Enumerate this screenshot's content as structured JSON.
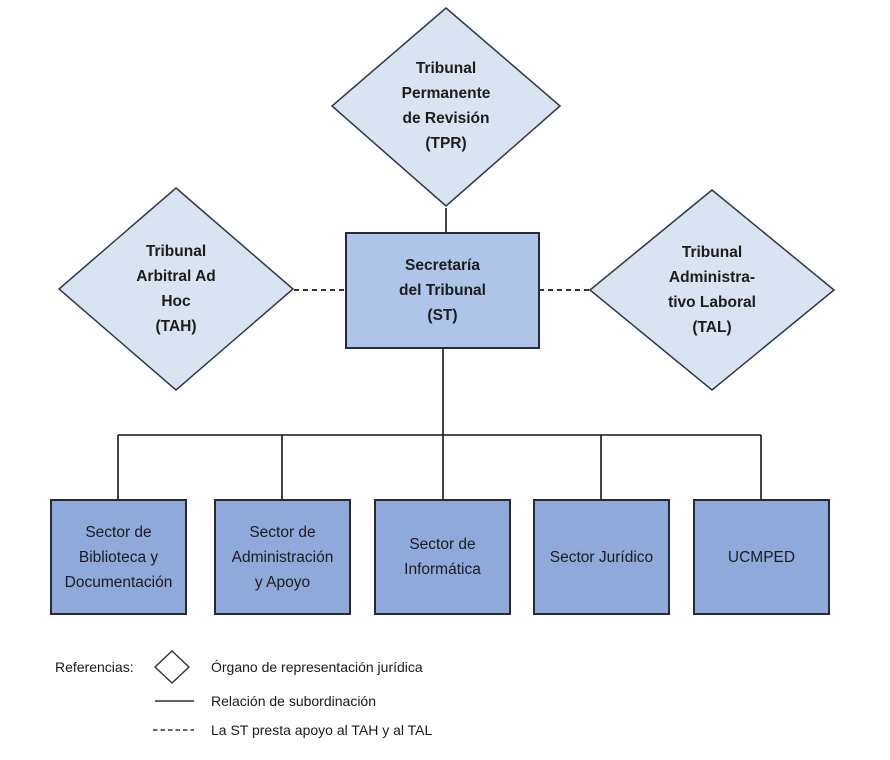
{
  "diagram": {
    "nodes": {
      "tpr": {
        "id": "TPR",
        "label": "Tribunal\nPermanente\nde Revisión\n(TPR)",
        "shape": "diamond"
      },
      "tah": {
        "id": "TAH",
        "label": "Tribunal\nArbitral Ad\nHoc\n(TAH)",
        "shape": "diamond"
      },
      "tal": {
        "id": "TAL",
        "label": "Tribunal\nAdministra-\ntivo Laboral\n(TAL)",
        "shape": "diamond"
      },
      "st": {
        "id": "ST",
        "label": "Secretaría\ndel Tribunal\n(ST)",
        "shape": "rectangle"
      },
      "sectors": [
        {
          "label": "Sector de\nBiblioteca y\nDocumentación"
        },
        {
          "label": "Sector de\nAdministración\ny Apoyo"
        },
        {
          "label": "Sector de\nInformática"
        },
        {
          "label": "Sector Jurídico"
        },
        {
          "label": "UCMPED"
        }
      ]
    },
    "relations": [
      {
        "type": "solid",
        "meaning": "subordination",
        "from": "TPR",
        "to": "ST"
      },
      {
        "type": "dashed",
        "meaning": "support",
        "from": "TAH",
        "to": "ST"
      },
      {
        "type": "dashed",
        "meaning": "support",
        "from": "ST",
        "to": "TAL"
      },
      {
        "type": "solid",
        "meaning": "subordination",
        "from": "ST",
        "to": "all sectors"
      }
    ],
    "legend": {
      "title": "Referencias:",
      "items": [
        {
          "icon": "diamond-outline",
          "label": "Órgano de representación jurídica"
        },
        {
          "icon": "solid-line",
          "label": "Relación de subordinación"
        },
        {
          "icon": "dashed-line",
          "label": "La ST presta apoyo al TAH y al TAL"
        }
      ]
    },
    "colors": {
      "diamond_fill": "#DAE3F1",
      "sector_box_fill": "#8FA9DA",
      "st_box_fill": "#AEC4E8",
      "shape_border": "#262B35",
      "connector_line": "#141414",
      "text": "#1C1C1C",
      "background": "#FFFFFF"
    }
  }
}
